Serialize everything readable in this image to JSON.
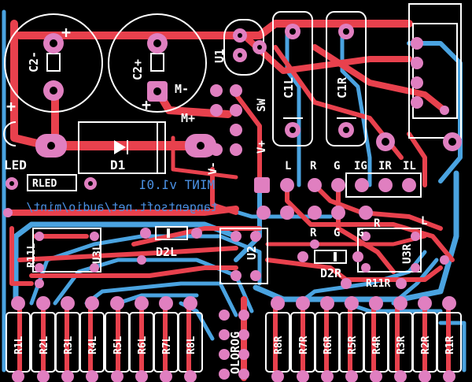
{
  "board": {
    "title": "MINT v1.01",
    "url": "tangentsoft.net/audio/mint/"
  },
  "labels": {
    "c2m": "C2-",
    "c2p": "C2+",
    "mminus": "M-",
    "mplus": "M+",
    "u1": "U1",
    "sw": "SW",
    "vplus": "V+",
    "vminus": "V-",
    "c1l": "C1L",
    "c1r": "C1R",
    "d1": "D1",
    "led": "LED",
    "rled": "RLED",
    "l": "L",
    "r": "R",
    "g": "G",
    "ig": "IG",
    "ir": "IR",
    "il": "IL",
    "r11l": "R11L",
    "u3l": "U3L",
    "d2l": "D2L",
    "u2": "U2",
    "d2r": "D2R",
    "u3r": "U3R",
    "r11r": "R11R",
    "olorog": "OLOROG",
    "plus": "+",
    "minus": "-",
    "res_left": [
      "R1L",
      "R2L",
      "R3L",
      "R4L",
      "R5L",
      "R6L",
      "R7L",
      "R8L"
    ],
    "res_right": [
      "R8R",
      "R7R",
      "R6R",
      "R5R",
      "R4R",
      "R3R",
      "R2R",
      "R1R"
    ]
  }
}
